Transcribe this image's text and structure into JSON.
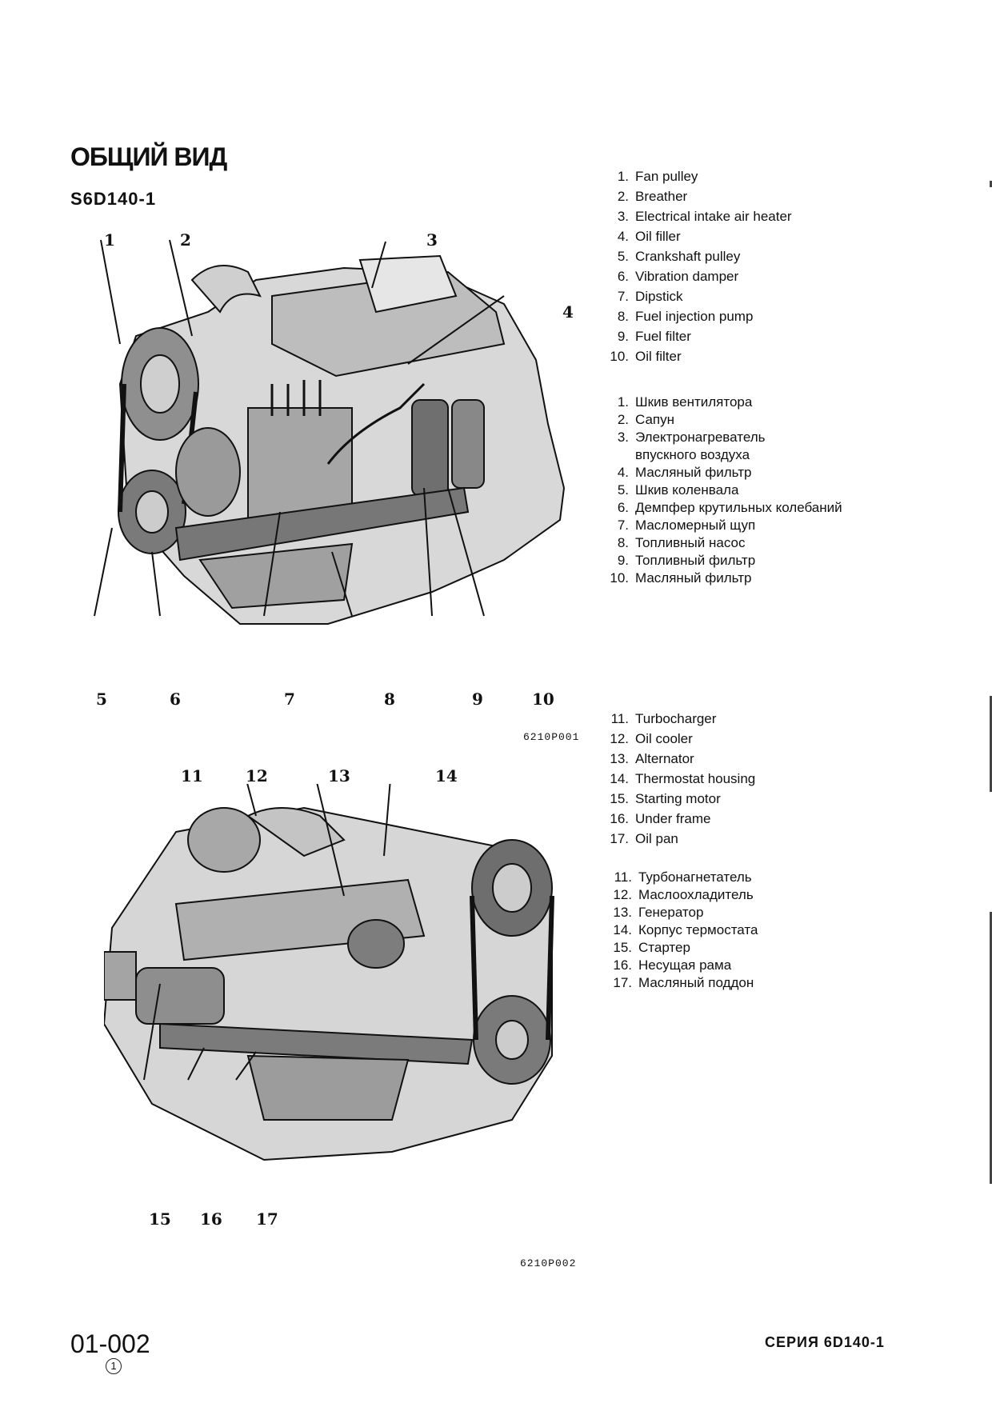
{
  "header": {
    "title": "ОБЩИЙ ВИД",
    "model": "S6D140-1"
  },
  "legend_en_1": [
    {
      "num": "1.",
      "label": "Fan pulley"
    },
    {
      "num": "2.",
      "label": "Breather"
    },
    {
      "num": "3.",
      "label": "Electrical intake air heater"
    },
    {
      "num": "4.",
      "label": "Oil filler"
    },
    {
      "num": "5.",
      "label": "Crankshaft pulley"
    },
    {
      "num": "6.",
      "label": "Vibration damper"
    },
    {
      "num": "7.",
      "label": "Dipstick"
    },
    {
      "num": "8.",
      "label": "Fuel injection pump"
    },
    {
      "num": "9.",
      "label": "Fuel filter"
    },
    {
      "num": "10.",
      "label": "Oil filter"
    }
  ],
  "legend_ru_1": [
    {
      "num": "1.",
      "label": "Шкив вентилятора"
    },
    {
      "num": "2.",
      "label": "Сапун"
    },
    {
      "num": "3.",
      "label": "Электронагреватель",
      "cont": "впускного воздуха"
    },
    {
      "num": "4.",
      "label": "Масляный фильтр"
    },
    {
      "num": "5.",
      "label": "Шкив коленвала"
    },
    {
      "num": "6.",
      "label": "Демпфер крутильных колебаний"
    },
    {
      "num": "7.",
      "label": "Масломерный щуп"
    },
    {
      "num": "8.",
      "label": "Топливный насос"
    },
    {
      "num": "9.",
      "label": "Топливный фильтр"
    },
    {
      "num": "10.",
      "label": "Масляный фильтр"
    }
  ],
  "legend_en_2": [
    {
      "num": "11.",
      "label": "Turbocharger"
    },
    {
      "num": "12.",
      "label": "Oil cooler"
    },
    {
      "num": "13.",
      "label": "Alternator"
    },
    {
      "num": "14.",
      "label": "Thermostat housing"
    },
    {
      "num": "15.",
      "label": "Starting motor"
    },
    {
      "num": "16.",
      "label": "Under frame"
    },
    {
      "num": "17.",
      "label": "Oil pan"
    }
  ],
  "legend_ru_2": [
    {
      "num": "11.",
      "label": "Турбонагнетатель"
    },
    {
      "num": "12.",
      "label": "Маслоохладитель"
    },
    {
      "num": "13.",
      "label": "Генератор"
    },
    {
      "num": "14.",
      "label": "Корпус термостата"
    },
    {
      "num": "15.",
      "label": "Стартер"
    },
    {
      "num": "16.",
      "label": "Несущая рама"
    },
    {
      "num": "17.",
      "label": "Масляный поддон"
    }
  ],
  "figure1": {
    "code": "6210P001",
    "callouts": [
      "1",
      "2",
      "3",
      "4",
      "5",
      "6",
      "7",
      "8",
      "9",
      "10"
    ]
  },
  "figure2": {
    "code": "6210P002",
    "callouts": [
      "11",
      "12",
      "13",
      "14",
      "15",
      "16",
      "17"
    ]
  },
  "footer": {
    "page_number": "01-002",
    "revision": "1",
    "series": "СЕРИЯ 6D140-1"
  }
}
